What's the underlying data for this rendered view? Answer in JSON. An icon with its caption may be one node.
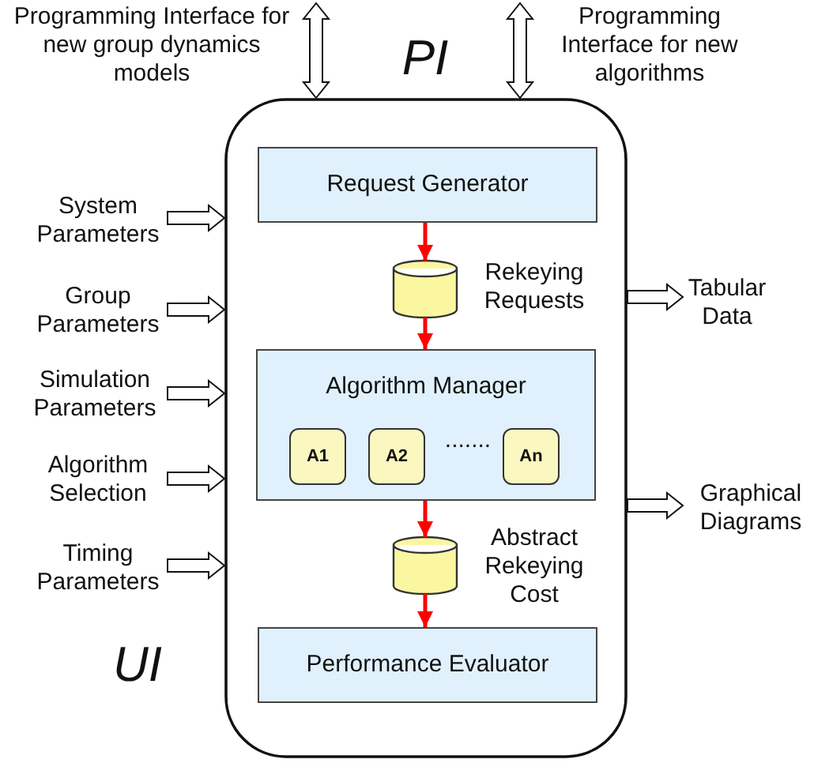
{
  "diagram": {
    "nodes": [
      {
        "text": [],
        "shape": "box"
      },
      {
        "text": [
          "Request Generator"
        ],
        "in": 0
      },
      {
        "text": [],
        "shape": "cylinder",
        "in": 0,
        "beside": [
          "Rekeying Requests"
        ]
      },
      {
        "text": [
          "Algorithm Manager"
        ],
        "in": 0
      },
      {
        "text": [
          "A1"
        ],
        "in": 3
      },
      {
        "text": [
          "A2"
        ],
        "in": 3
      },
      {
        "text": [
          "An"
        ],
        "in": 3
      },
      {
        "text": [],
        "shape": "cylinder",
        "in": 0,
        "beside": [
          "Abstract Rekeying Cost"
        ]
      },
      {
        "text": [
          "Performance Evaluator"
        ],
        "in": 0
      },
      {
        "text": [
          "System Parameters"
        ]
      },
      {
        "text": [
          "Group Parameters"
        ]
      },
      {
        "text": [
          "Simulation Parameters"
        ]
      },
      {
        "text": [
          "Algorithm Selection"
        ]
      },
      {
        "text": [
          "Timing Parameters"
        ]
      },
      {
        "text": [
          "Tabular Data"
        ]
      },
      {
        "text": [
          "Graphical Diagrams"
        ]
      }
    ],
    "edges": [
      {
        "from": 1,
        "to": 2,
        "arrow": "to",
        "color": "#ff0000"
      },
      {
        "from": 2,
        "to": 3,
        "arrow": "to",
        "color": "#ff0000"
      },
      {
        "from": 3,
        "to": 7,
        "arrow": "to",
        "color": "#ff0000"
      },
      {
        "from": 7,
        "to": 8,
        "arrow": "to",
        "color": "#ff0000"
      },
      {
        "from": null,
        "to": 0,
        "arrow": "both",
        "style": "thick"
      },
      {
        "from": null,
        "to": 0,
        "arrow": "both",
        "style": "thick"
      },
      {
        "from": 9,
        "to": 0,
        "arrow": "to",
        "style": "thick"
      },
      {
        "from": 10,
        "to": 0,
        "arrow": "to",
        "style": "thick"
      },
      {
        "from": 11,
        "to": 0,
        "arrow": "to",
        "style": "thick"
      },
      {
        "from": 12,
        "to": 0,
        "arrow": "to",
        "style": "thick"
      },
      {
        "from": 13,
        "to": 0,
        "arrow": "to",
        "style": "thick"
      },
      {
        "from": 0,
        "to": 14,
        "arrow": "to",
        "style": "thick"
      },
      {
        "from": 0,
        "to": 15,
        "arrow": "to",
        "style": "thick"
      }
    ],
    "labels": [
      "Programming Interface for new group dynamics models",
      "PI",
      "Programming Interface for new algorithms",
      ".......",
      "UI"
    ]
  }
}
